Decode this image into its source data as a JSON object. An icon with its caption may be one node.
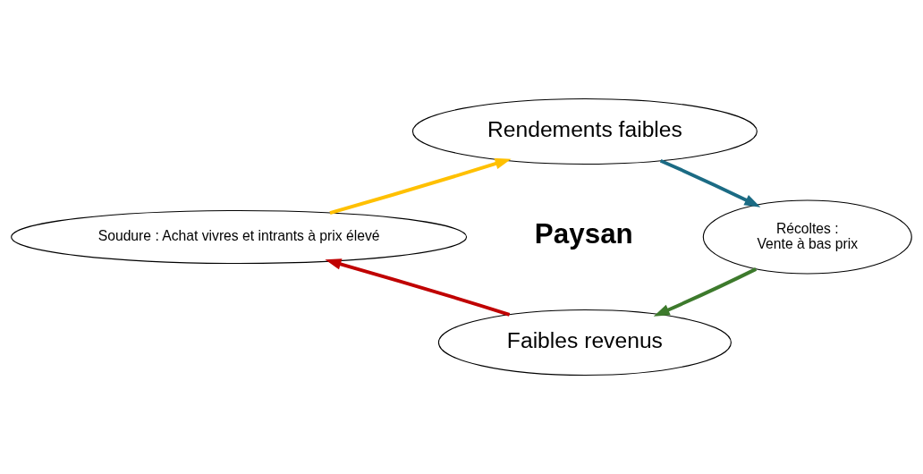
{
  "diagram": {
    "nodes": [
      {
        "text": [
          "Rendements faibles"
        ]
      },
      {
        "text": [
          "Récoltes :",
          "Vente à bas prix"
        ]
      },
      {
        "text": [
          "Faibles revenus"
        ]
      },
      {
        "text": [
          "Soudure : Achat vivres et intrants à prix élevé"
        ]
      }
    ],
    "edges": [
      {
        "from": 0,
        "to": 1,
        "arrow": "to",
        "color": "#1b6b84"
      },
      {
        "from": 1,
        "to": 2,
        "arrow": "to",
        "color": "#3d7a2c"
      },
      {
        "from": 2,
        "to": 3,
        "arrow": "to",
        "color": "#c00000"
      },
      {
        "from": 3,
        "to": 0,
        "arrow": "to",
        "color": "#ffc000"
      }
    ],
    "labels": [
      "Paysan"
    ]
  }
}
